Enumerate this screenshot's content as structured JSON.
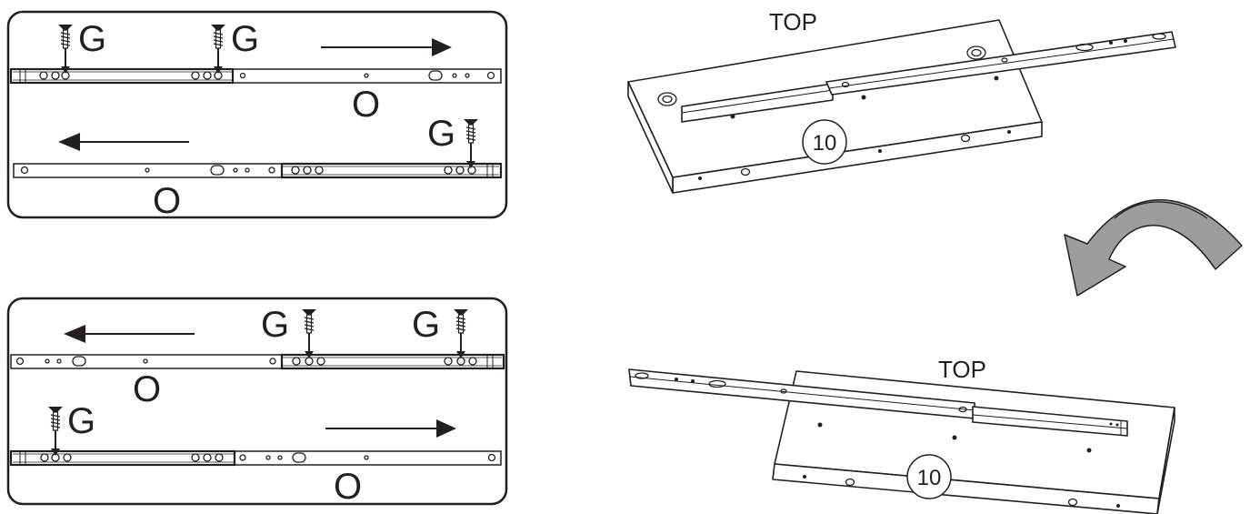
{
  "panels": [
    {
      "rails": [
        {
          "screw_labels": [
            "G",
            "G"
          ],
          "bottom_label": "O"
        },
        {
          "screw_labels": [
            "G"
          ],
          "bottom_label": "O"
        }
      ]
    },
    {
      "rails": [
        {
          "screw_labels": [
            "G",
            "G"
          ],
          "bottom_label": "O"
        },
        {
          "screw_labels": [
            "G"
          ],
          "bottom_label": "O"
        }
      ]
    }
  ],
  "boards": [
    {
      "side_label": "TOP",
      "part_number": "10"
    },
    {
      "side_label": "TOP",
      "part_number": "10"
    }
  ],
  "colors": {
    "line": "#231f20",
    "arrow_fill": "#9d9d9d",
    "background": "#ffffff"
  },
  "icons": [
    "screw-icon",
    "arrow-right-icon",
    "arrow-left-icon",
    "flip-arrow-icon"
  ]
}
